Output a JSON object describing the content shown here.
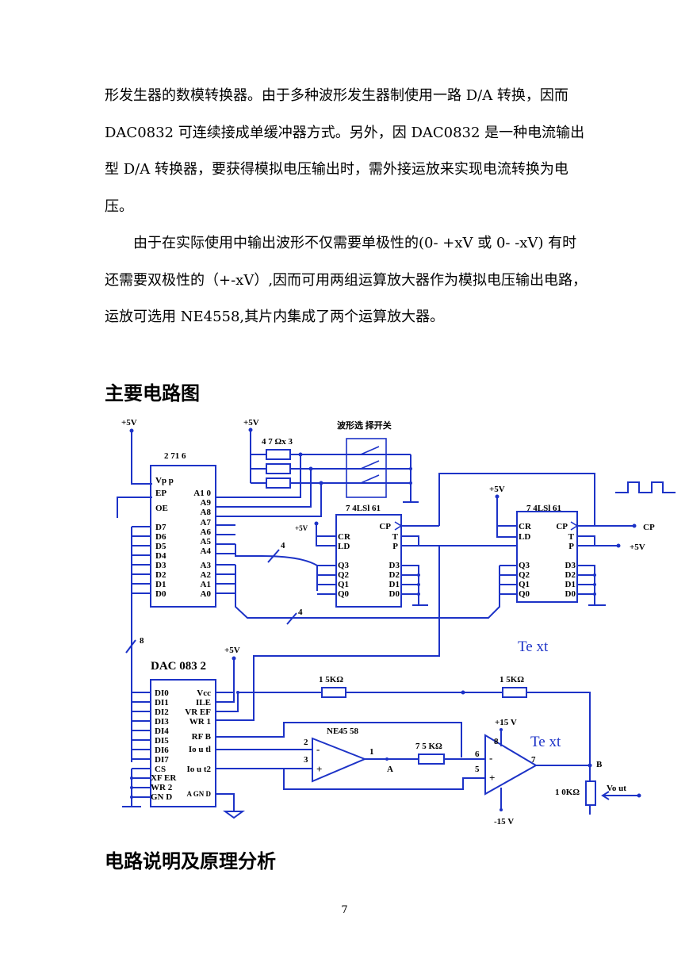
{
  "paragraphs": {
    "p1": "形发生器的数模转换器。由于多种波形发生器制使用一路 D/A 转换，因而 DAC0832 可连续接成单缓冲器方式。另外，因 DAC0832 是一种电流输出型 D/A 转换器，要获得模拟电压输出时，需外接运放来实现电流转换为电压。",
    "p2": "由于在实际使用中输出波形不仅需要单极性的(0- +xV 或 0- -xV) 有时还需要双极性的（+-xV）,因而可用两组运算放大器作为模拟电压输出电路，运放可选用 NE4558,其片内集成了两个运算放大器。"
  },
  "headings": {
    "main_circuit": "主要电路图",
    "explanation": "电路说明及原理分析"
  },
  "page_number": "7",
  "circuit": {
    "vcc_left": "+5V",
    "vcc_resistor": "+5V",
    "resistor_pack": "4 7 Ωx 3",
    "switch_label": "波形选 择开关",
    "eprom_name": "2 71 6",
    "eprom_left_pins": [
      "Vp p",
      "EP",
      "OE",
      "D7",
      "D6",
      "D5",
      "D4",
      "D3",
      "D2",
      "D1",
      "D0"
    ],
    "eprom_right_pins": [
      "A1 0",
      "A9",
      "A8",
      "A7",
      "A6",
      "A5",
      "A4",
      "A3",
      "A2",
      "A1",
      "A0"
    ],
    "counter1_name": "7 4LSl 61",
    "counter1_vcc": "+5V",
    "counter_left_pins": [
      "CR",
      "LD",
      "Q3",
      "Q2",
      "Q1",
      "Q0"
    ],
    "counter_right_pins": [
      "CP",
      "T",
      "P",
      "D3",
      "D2",
      "D1",
      "D0"
    ],
    "counter2_name": "7 4LSl 61",
    "counter2_vcc": "+5V",
    "cp_out": "CP",
    "p5v_out": "+5V",
    "bus4_a": "4",
    "bus4_b": "4",
    "bus8": "8",
    "text_a": "Te xt",
    "text_b": "Te xt",
    "dac_name": "DAC 083 2",
    "dac_vcc": "+5V",
    "dac_left_pins": [
      "DI0",
      "DI1",
      "DI2",
      "DI3",
      "DI4",
      "DI5",
      "DI6",
      "DI7",
      "CS",
      "XF ER",
      "WR 2",
      "GN D"
    ],
    "dac_right_pins": [
      "Vcc",
      "ILE",
      "VR EF",
      "WR 1",
      "RF B",
      "Io u tl",
      "Io u t2",
      "A GN D"
    ],
    "r1": "1 5KΩ",
    "r2": "1 5KΩ",
    "r3": "7 5 KΩ",
    "r4": "1 0KΩ",
    "opamp1": "NE45 58",
    "op1_pin2": "2",
    "op1_pin3": "3",
    "op1_pin1": "1",
    "node_a": "A",
    "node_b": "B",
    "op2_pin6": "6",
    "op2_pin5": "5",
    "op2_pin7": "7",
    "op2_pin8": "8",
    "plus15": "+15 V",
    "minus15": "-15 V",
    "vout": "Vo ut"
  }
}
